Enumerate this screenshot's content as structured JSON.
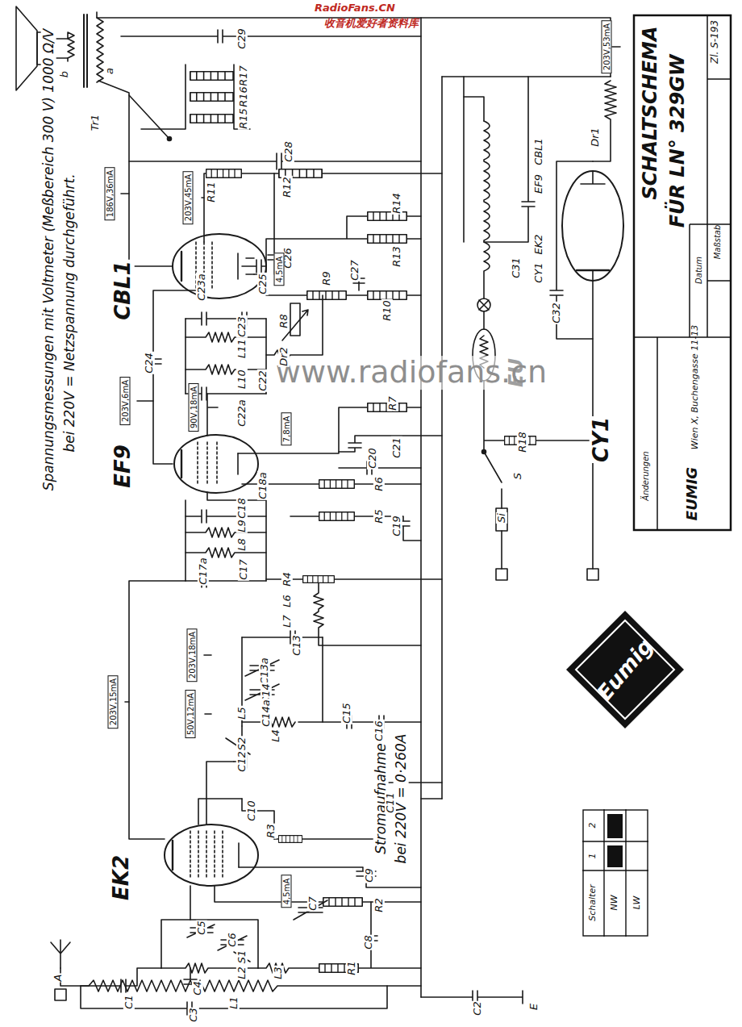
{
  "diagram": {
    "nodes": [
      {
        "text": [
          "SCHALTSCHEMA",
          "FÜR LN° 329GW",
          "Zl. S-193",
          "Maßstab",
          "Datum",
          "Änderungen",
          "EUMIG",
          "Wien X, Buchengasse 11-13"
        ]
      },
      {
        "text": [
          "Eumig"
        ]
      },
      {
        "text": [
          "Schalter",
          "1",
          "2",
          "NW",
          "LW"
        ]
      }
    ],
    "labels": [
      "Spannungsmessungen mit Voltmeter (Meßbereich 300 V) 1000 Ω/V",
      "bei 220V = Netzspannung durchgeführt.",
      "Stromaufnahme",
      "bei 220V = 0·260A",
      "CBL1",
      "EF9",
      "EK2",
      "CY1",
      "EU",
      "CY1",
      "EK2",
      "EF9",
      "CBL1",
      "RadioFans.CN",
      "收音机爱好者资料库",
      "www.radiofans.cn",
      "Tr1",
      "a",
      "b",
      "C29",
      "R17",
      "R16",
      "R15",
      "C28",
      "186V,36mA",
      "203V,45mA",
      "R11",
      "R12",
      "R14",
      "R13",
      "C26",
      "C25",
      "C23a",
      "4,5mA",
      "R9",
      "C27",
      "R10",
      "R8",
      "C23",
      "L11",
      "Dr2",
      "C24",
      "L10",
      "C22",
      "C22a",
      "203V,6mA",
      "90V,18mA",
      "7,8mA",
      "R7",
      "C21",
      "C20",
      "C18a",
      "R6",
      "C18",
      "R5",
      "C19",
      "L9",
      "L8",
      "C17",
      "C17a",
      "R4",
      "L6",
      "L7",
      "C13",
      "203V,18mA",
      "C13a",
      "C14",
      "C14a",
      "203V,15mA",
      "50V,12mA",
      "L4",
      "L5",
      "C15",
      "C16",
      "S2",
      "C12",
      "C10",
      "C11",
      "R3",
      "C9",
      "4,5mA",
      "C7",
      "R2",
      "C5",
      "C6",
      "C8",
      "S1",
      "L2",
      "L3",
      "R1",
      "C4",
      "A",
      "C1",
      "L1",
      "C3",
      "C2",
      "E",
      "C31",
      "C32",
      "Dr1",
      "203V,53mA",
      "R18",
      "S",
      "Si"
    ]
  }
}
